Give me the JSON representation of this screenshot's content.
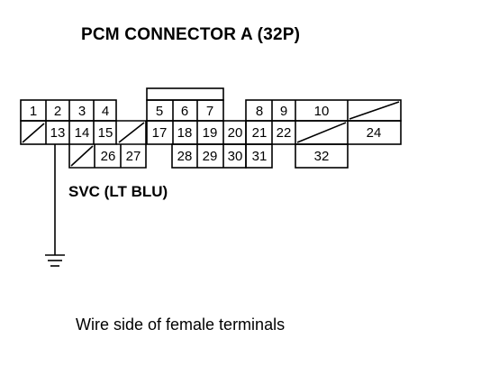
{
  "title": "PCM CONNECTOR A (32P)",
  "wire_label": "SVC (LT BLU)",
  "caption": "Wire side of female terminals",
  "connector": {
    "row1": [
      "1",
      "2",
      "3",
      "4",
      "5",
      "6",
      "7",
      "8",
      "9",
      "10"
    ],
    "row2": [
      "13",
      "14",
      "15",
      "17",
      "18",
      "19",
      "20",
      "21",
      "22",
      "24"
    ],
    "row3": [
      "26",
      "27",
      "28",
      "29",
      "30",
      "31",
      "32"
    ]
  }
}
